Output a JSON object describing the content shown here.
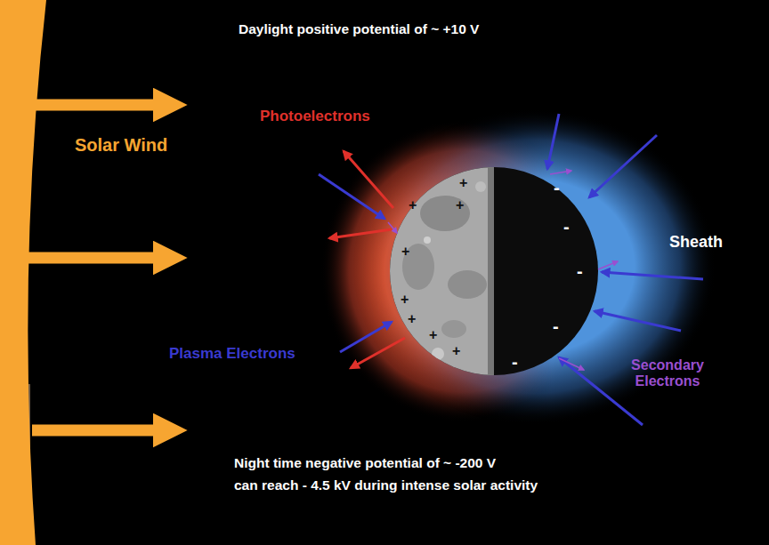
{
  "diagram": {
    "labels": [
      "Daylight positive potential of ~ +10 V",
      "Photoelectrons",
      "Solar Wind",
      "Sheath",
      "Plasma Electrons",
      "Secondary Electrons",
      "Night time negative potential of ~ -200 V",
      "can reach - 4.5 kV during intense solar activity",
      "+",
      "+",
      "+",
      "+",
      "+",
      "+",
      "+",
      "+",
      "-",
      "-",
      "-",
      "-",
      "-"
    ]
  }
}
